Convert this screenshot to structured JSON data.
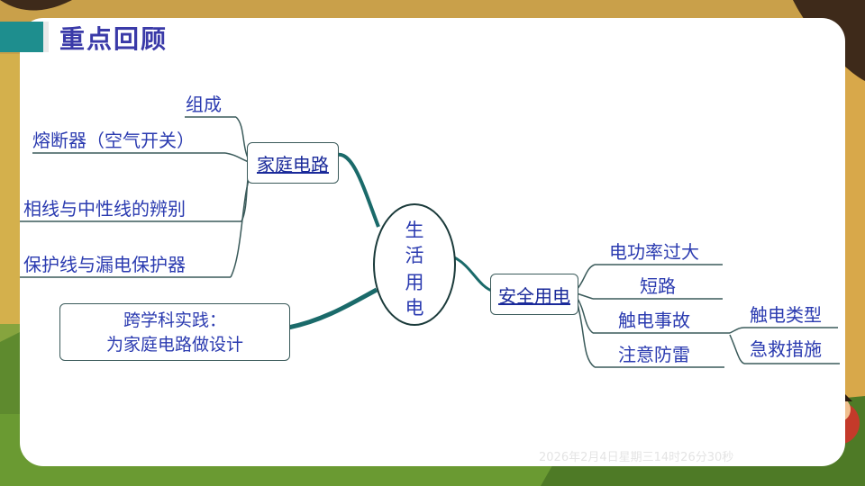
{
  "slide": {
    "title": "重点回顾",
    "timestamp": "2026年2月4日星期三14时26分30秒"
  },
  "center": {
    "chars": [
      "生",
      "活",
      "用",
      "电"
    ]
  },
  "branches": {
    "home_circuit": {
      "label": "家庭电路",
      "items": [
        "组成",
        "熔断器（空气开关）",
        "相线与中性线的辨别",
        "保护线与漏电保护器"
      ]
    },
    "practice": {
      "line1": "跨学科实践：",
      "line2": "为家庭电路做设计"
    },
    "safety": {
      "label": "安全用电",
      "items": [
        "电功率过大",
        "短路",
        "触电事故",
        "注意防雷"
      ],
      "electric_shock_sub": [
        "触电类型",
        "急救措施"
      ]
    }
  },
  "colors": {
    "accent": "#1e8e8e",
    "title": "#3a3aa8",
    "text": "#2b3bb0",
    "link": "#1a6a6a"
  }
}
